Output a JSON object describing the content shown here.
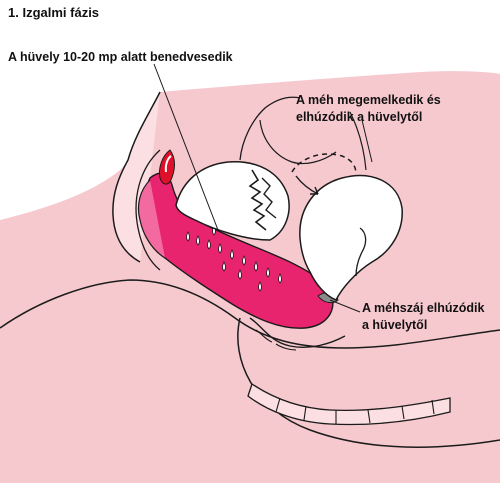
{
  "title": "1. Izgalmi fázis",
  "labels": {
    "vagina": "A hüvely 10-20 mp alatt benedvesedik",
    "uterus_line1": "A méh megemelkedik és",
    "uterus_line2": "elhúzódik a hüvelytől",
    "cervix_line1": "A méhszáj elhúzódik",
    "cervix_line2": "a hüvelytől"
  },
  "colors": {
    "skin": "#f6c9cf",
    "skin_light": "#fbdfe3",
    "organ": "#e8246e",
    "organ_light": "#f36aa0",
    "outline": "#1b1b1b",
    "accent_red": "#e0102a",
    "white": "#ffffff"
  }
}
